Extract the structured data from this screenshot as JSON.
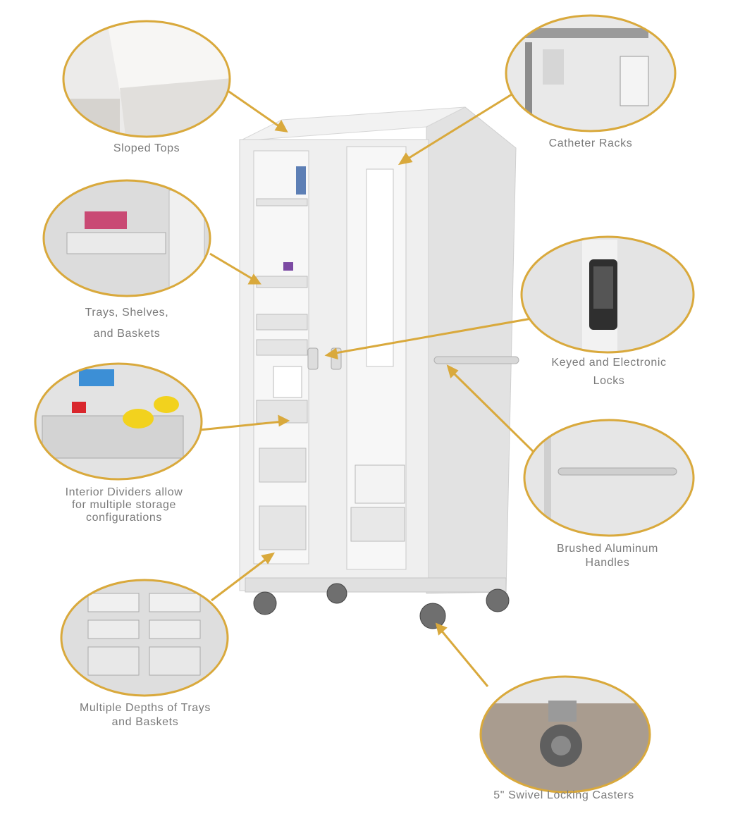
{
  "colors": {
    "accent_gold": "#d9a93c",
    "label_gray": "#7a7a7a",
    "cabinet_white": "#ececec",
    "cabinet_shadow": "#d2d2d2"
  },
  "callouts": [
    {
      "id": "sloped-tops",
      "lines": [
        "Sloped Tops"
      ]
    },
    {
      "id": "catheter-racks",
      "lines": [
        "Catheter Racks"
      ]
    },
    {
      "id": "trays-shelves-baskets",
      "lines": [
        "Trays, Shelves,",
        "and Baskets"
      ]
    },
    {
      "id": "keyed-electronic-locks",
      "lines": [
        "Keyed and Electronic",
        "Locks"
      ]
    },
    {
      "id": "interior-dividers",
      "lines": [
        "Interior Dividers allow",
        "for multiple storage",
        "configurations"
      ]
    },
    {
      "id": "brushed-aluminum-handles",
      "lines": [
        "Brushed Aluminum",
        "Handles"
      ]
    },
    {
      "id": "multiple-depths",
      "lines": [
        "Multiple Depths of Trays",
        "and Baskets"
      ]
    },
    {
      "id": "swivel-casters",
      "lines": [
        "5\" Swivel Locking Casters"
      ]
    }
  ]
}
